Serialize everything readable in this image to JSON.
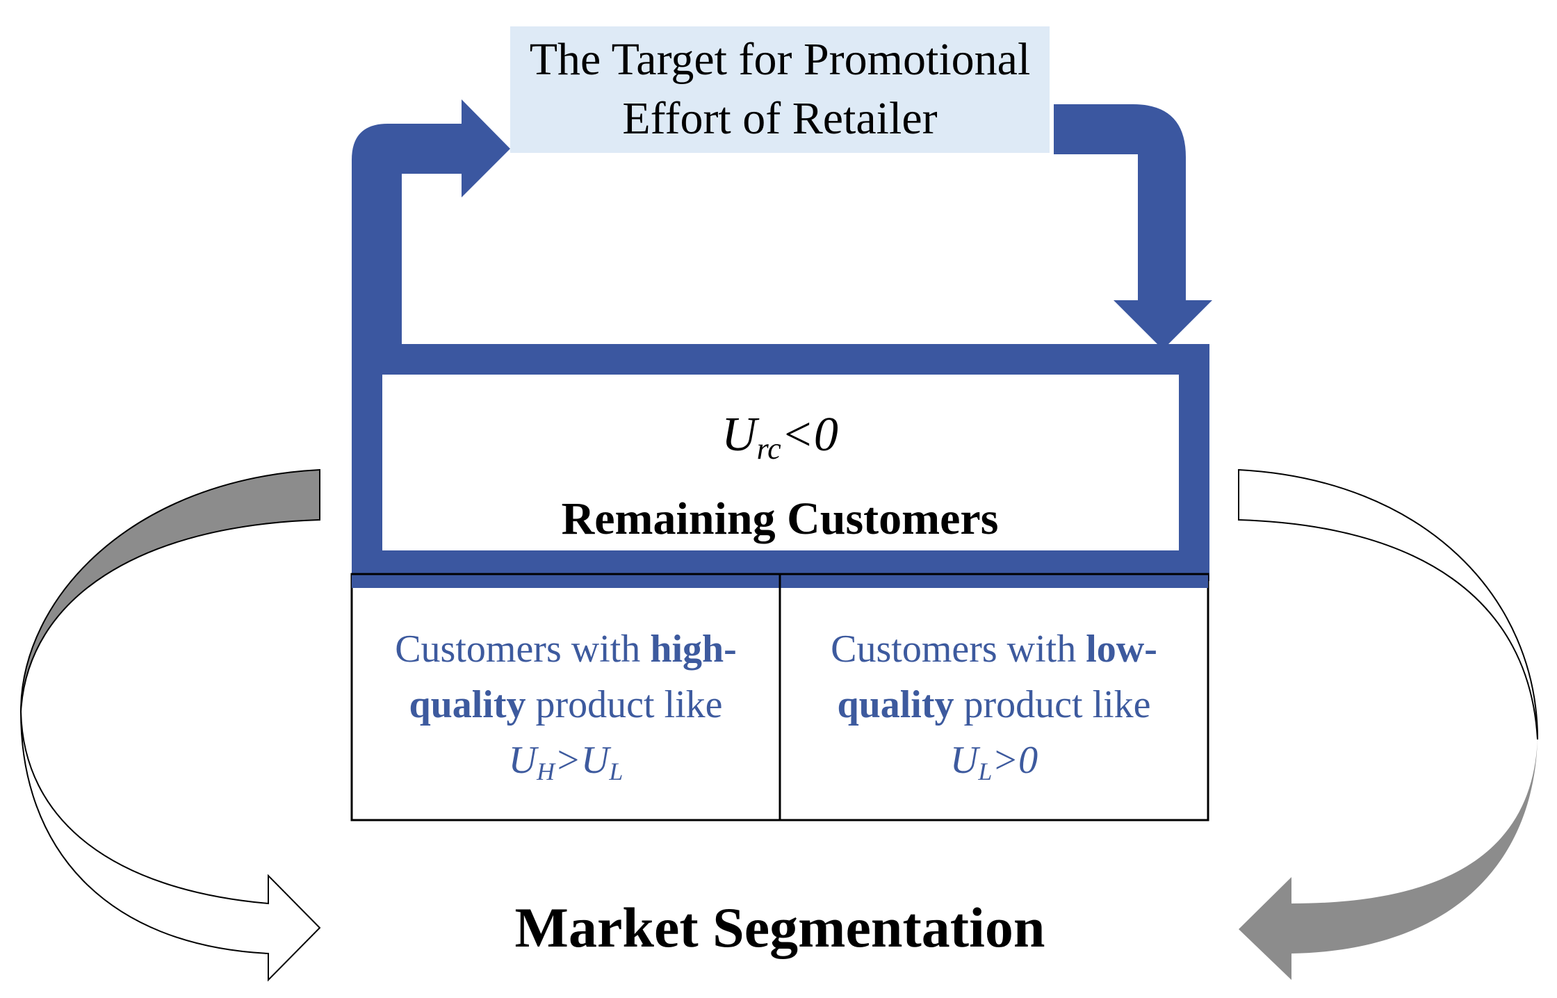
{
  "target_box": {
    "line1": "The Target for Promotional",
    "line2": "Effort of Retailer"
  },
  "remaining": {
    "utility_var": "U",
    "utility_sub": "rc",
    "utility_rel": "<0",
    "label": "Remaining Customers"
  },
  "segment_high": {
    "line1_pre": "Customers with ",
    "line1_bold": "high-",
    "line2_bold": "quality",
    "line2_post": " product like",
    "math_var1": "U",
    "math_sub1": "H",
    "math_rel": ">",
    "math_var2": "U",
    "math_sub2": "L"
  },
  "segment_low": {
    "line1_pre": "Customers with ",
    "line1_bold": "low-",
    "line2_bold": "quality",
    "line2_post": " product like",
    "math_var": "U",
    "math_sub": "L",
    "math_rel": ">0"
  },
  "footer": {
    "title": "Market Segmentation"
  },
  "colors": {
    "arrow_blue": "#3b57a0",
    "box_fill": "#deeaf6",
    "segment_text": "#3d5a9e",
    "gray_arrow": "#8c8c8c",
    "outline": "#000000"
  }
}
